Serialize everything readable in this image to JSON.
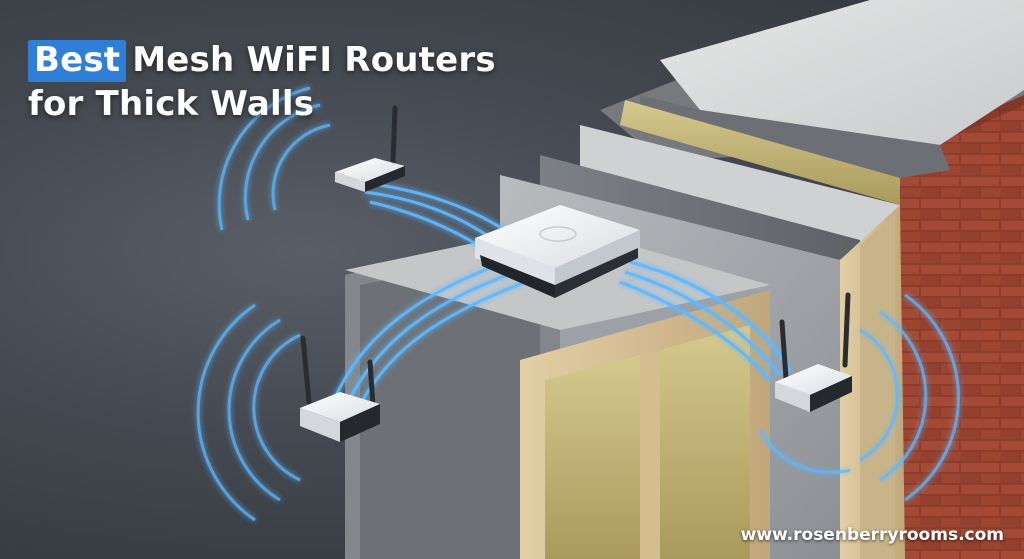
{
  "headline": {
    "highlight": "Best",
    "line1_rest": "Mesh WiFI Routers",
    "line2": "for Thick Walls"
  },
  "website": "www.rosenberryrooms.com",
  "colors": {
    "accent": "#2f7fd6",
    "signal": "#5fb8ff",
    "brick": "#8a3a2a",
    "insulation": "#c8b87a",
    "wood": "#d8c29a"
  },
  "icons": [
    "router-icon",
    "antenna-icon",
    "wifi-wave-icon"
  ]
}
